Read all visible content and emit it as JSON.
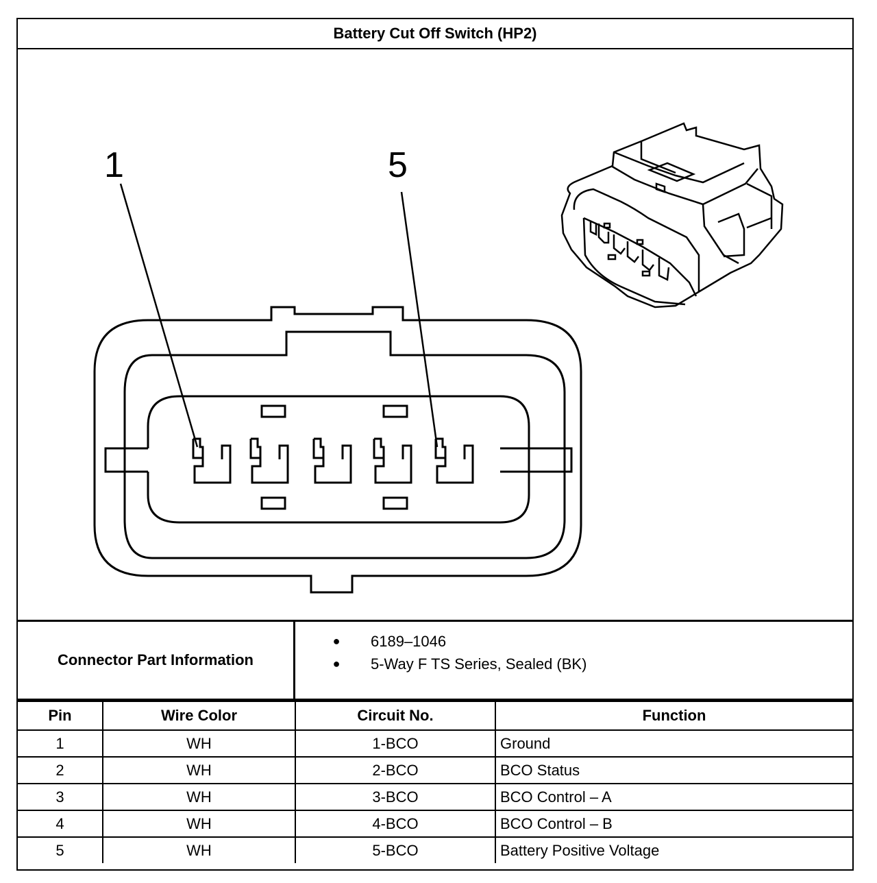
{
  "title": "Battery Cut Off Switch (HP2)",
  "diagram": {
    "pin_labels": {
      "first": "1",
      "last": "5"
    }
  },
  "connector_info": {
    "label": "Connector Part Information",
    "items": [
      "6189–1046",
      "5-Way F TS Series, Sealed (BK)"
    ],
    "bullet": "●"
  },
  "table": {
    "headers": {
      "pin": "Pin",
      "wire_color": "Wire Color",
      "circuit": "Circuit No.",
      "function": "Function"
    },
    "rows": [
      {
        "pin": "1",
        "wire_color": "WH",
        "circuit": "1-BCO",
        "function": "Ground"
      },
      {
        "pin": "2",
        "wire_color": "WH",
        "circuit": "2-BCO",
        "function": "BCO Status"
      },
      {
        "pin": "3",
        "wire_color": "WH",
        "circuit": "3-BCO",
        "function": "BCO Control – A"
      },
      {
        "pin": "4",
        "wire_color": "WH",
        "circuit": "4-BCO",
        "function": "BCO Control – B"
      },
      {
        "pin": "5",
        "wire_color": "WH",
        "circuit": "5-BCO",
        "function": "Battery Positive Voltage"
      }
    ]
  }
}
